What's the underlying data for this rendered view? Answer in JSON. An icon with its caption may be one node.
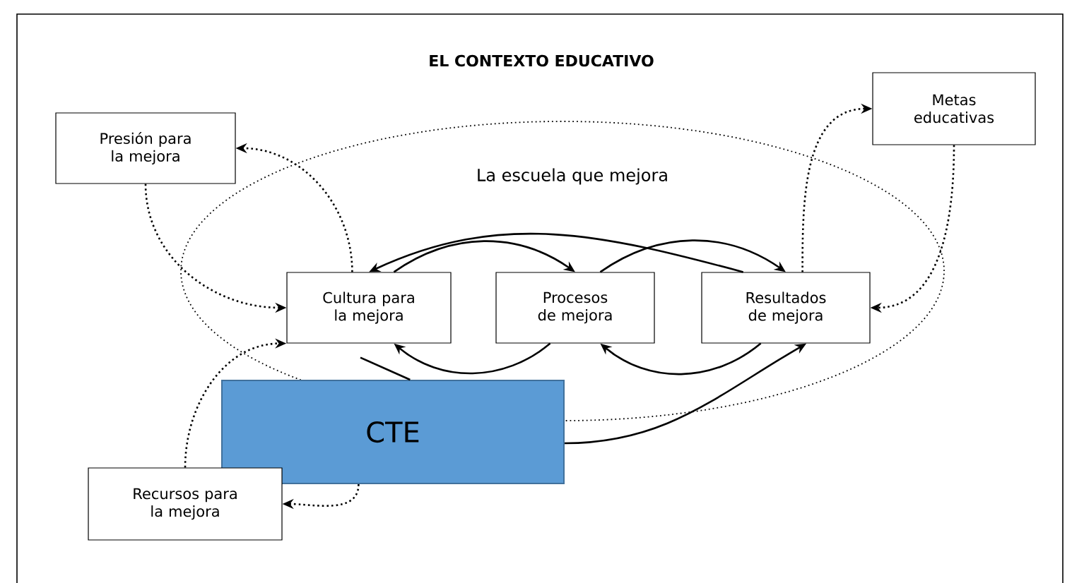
{
  "diagram": {
    "title": "EL CONTEXTO EDUCATIVO",
    "nodes": [
      {
        "text": [
          "Presión para la mejora"
        ]
      },
      {
        "text": [
          "Metas educativas"
        ]
      },
      {
        "text": [
          "La escuela que mejora"
        ]
      },
      {
        "text": [
          "Cultura para la mejora"
        ],
        "in": 2
      },
      {
        "text": [
          "Procesos de mejora"
        ],
        "in": 2
      },
      {
        "text": [
          "Resultados de mejora"
        ],
        "in": 2
      },
      {
        "text": [
          "CTE"
        ]
      },
      {
        "text": [
          "Recursos para la mejora"
        ]
      }
    ],
    "edges": [
      {
        "from": 0,
        "to": 3,
        "arrow": "to",
        "style": "dashed"
      },
      {
        "from": 3,
        "to": 0,
        "arrow": "to",
        "style": "dashed"
      },
      {
        "from": 5,
        "to": 1,
        "arrow": "to",
        "style": "dashed"
      },
      {
        "from": 1,
        "to": 5,
        "arrow": "to",
        "style": "dashed"
      },
      {
        "from": 7,
        "to": 3,
        "arrow": "to",
        "style": "dashed"
      },
      {
        "from": 6,
        "to": 7,
        "arrow": "to",
        "style": "dashed"
      },
      {
        "from": 5,
        "to": 3,
        "arrow": "to"
      },
      {
        "from": 3,
        "to": 4,
        "arrow": "to"
      },
      {
        "from": 4,
        "to": 5,
        "arrow": "to"
      },
      {
        "from": 4,
        "to": 3,
        "arrow": "to"
      },
      {
        "from": 5,
        "to": 4,
        "arrow": "to"
      },
      {
        "from": 6,
        "to": 5,
        "arrow": "to"
      },
      {
        "from": 3,
        "to": 6,
        "arrow": "none"
      }
    ]
  }
}
